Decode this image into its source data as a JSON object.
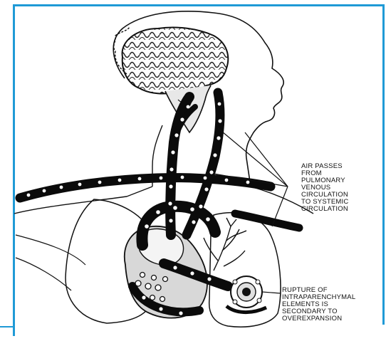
{
  "colors": {
    "frame": "#1f9ad6",
    "ink": "#111111",
    "vessel": "#0b0b0b",
    "background": "#ffffff"
  },
  "annotations": {
    "air_passage": {
      "lines": [
        "AIR PASSES",
        "FROM",
        "PULMONARY",
        "VENOUS",
        "CIRCULATION",
        "TO SYSTEMIC",
        "CIRCULATION"
      ]
    },
    "rupture": {
      "lines": [
        "RUPTURE OF",
        "INTRAPARENCHYMAL",
        "ELEMENTS IS",
        "SECONDARY TO",
        "OVEREXPANSION"
      ]
    }
  }
}
